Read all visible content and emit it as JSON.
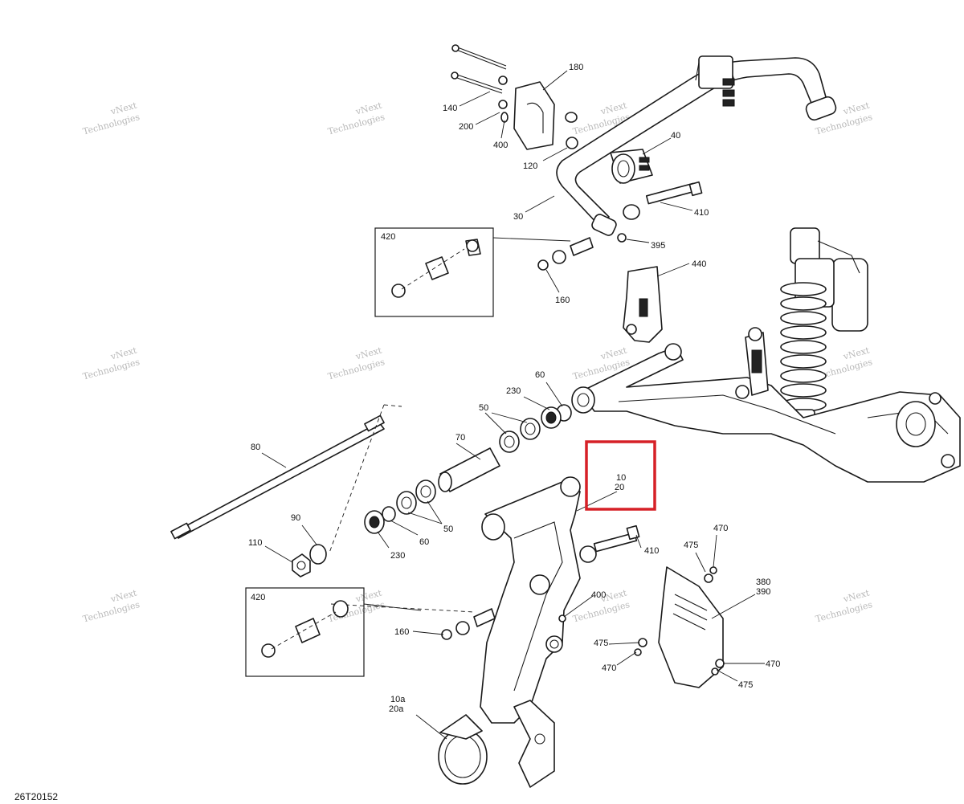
{
  "reference": "26T20152",
  "watermark": {
    "line1": "vNext",
    "line2": "Technologies"
  },
  "callouts": {
    "c180": "180",
    "c140": "140",
    "c200": "200",
    "c400a": "400",
    "c120": "120",
    "c40": "40",
    "c410a": "410",
    "c30": "30",
    "c395": "395",
    "c160a": "160",
    "c440": "440",
    "c60a": "60",
    "c230a": "230",
    "c50a": "50",
    "c70": "70",
    "c80": "80",
    "c90": "90",
    "c110": "110",
    "c230b": "230",
    "c60b": "60",
    "c50b": "50",
    "c10": "10",
    "c20": "20",
    "c410b": "410",
    "c475a": "475",
    "c470a": "470",
    "c380": "380",
    "c390": "390",
    "c400b": "400",
    "c160b": "160",
    "c475b": "475",
    "c470b": "470",
    "c470c": "470",
    "c475c": "475",
    "c10a": "10a",
    "c20a": "20a"
  },
  "insets": [
    {
      "label": "420"
    },
    {
      "label": "420"
    }
  ],
  "highlight_color": "#d62027"
}
